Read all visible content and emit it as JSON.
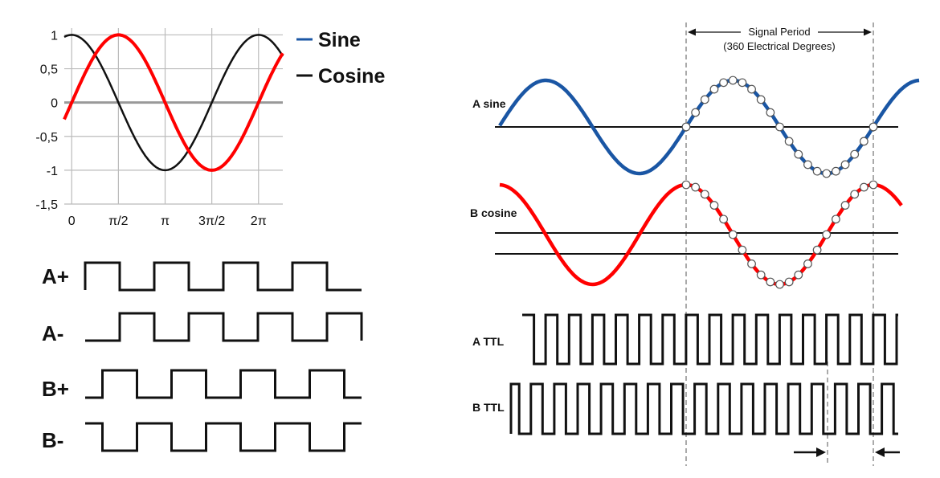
{
  "chart_data": {
    "type": "line",
    "x_ticks": [
      "0",
      "π/2",
      "π",
      "3π/2",
      "2π"
    ],
    "y_ticks": [
      "1",
      "0,5",
      "0",
      "-0,5",
      "-1",
      "-1,5"
    ],
    "xlim": [
      -0.25,
      7.1
    ],
    "ylim": [
      -1.5,
      1.1
    ],
    "grid": true,
    "legend_position": "right",
    "series": [
      {
        "name": "Sine",
        "color": "#1a56a4",
        "function": "sin",
        "plot_color": "#ff0000"
      },
      {
        "name": "Cosine",
        "color": "#111111",
        "function": "cos"
      }
    ]
  },
  "square_waves": {
    "channels": [
      {
        "label": "A+",
        "start_high": true,
        "cycles": 4
      },
      {
        "label": "A-",
        "start_high": false,
        "cycles": 4
      },
      {
        "label": "B+",
        "start_high": false,
        "cycles": 4,
        "phase_shift": 0.25
      },
      {
        "label": "B-",
        "start_high": true,
        "cycles": 4,
        "phase_shift": 0.25
      }
    ]
  },
  "encoder_diagram": {
    "period_label_line1": "Signal Period",
    "period_label_line2": "(360 Electrical Degrees)",
    "signals": [
      {
        "label": "A sine",
        "color": "#1a56a4"
      },
      {
        "label": "B cosine",
        "color": "#ff0000"
      },
      {
        "label": "A TTL",
        "color": "#111111"
      },
      {
        "label": "B TTL",
        "color": "#111111"
      }
    ],
    "interpolation_points_per_period": 20
  }
}
